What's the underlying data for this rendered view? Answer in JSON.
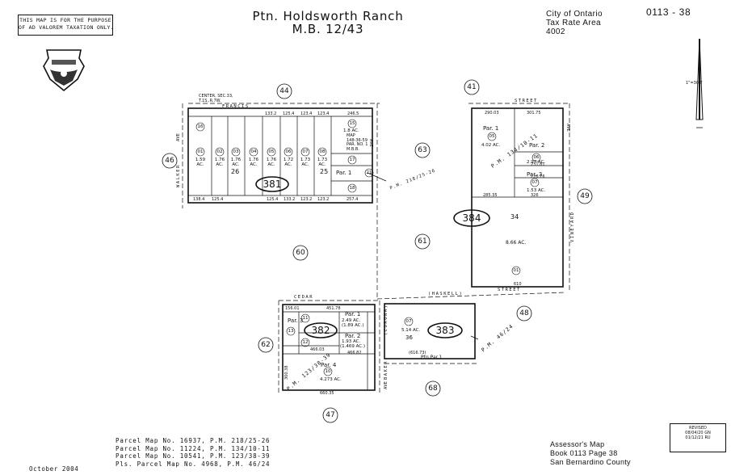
{
  "notice": {
    "line1": "THIS MAP IS FOR THE PURPOSE",
    "line2": "OF AD VALOREM TAXATION ONLY."
  },
  "title": {
    "line1": "Ptn. Holdsworth Ranch",
    "line2": "M.B. 12/43"
  },
  "city": {
    "line1": "City of Ontario",
    "line2": "Tax Rate Area",
    "line3": "4002"
  },
  "map_number": "0113 - 38",
  "scale": "1\"=300'",
  "streets": {
    "francis": "FRANCIS",
    "street_top": "STREET",
    "street_bottom": "STREET",
    "walker": "WALKER",
    "ave_walker": "AVE",
    "ave_mid": "AVE",
    "ave_right": "AVE",
    "vineyard": "VINEYARD",
    "cedar": "CEDAR",
    "haskell": "(HASKELL)",
    "baker": "BAKER",
    "corona": "(CORONA)",
    "ave_baker": "AVE"
  },
  "center_note": {
    "line1": "CENTER, SEC.33,",
    "line2": "T.1S.,R.7W."
  },
  "book_pages": {
    "b381": "381",
    "b382": "382",
    "b383": "383",
    "b384": "384"
  },
  "adjacent_pages": [
    "44",
    "41",
    "46",
    "63",
    "49",
    "60",
    "61",
    "62",
    "48",
    "68",
    "47"
  ],
  "block_381": {
    "parcels": [
      {
        "n": "01",
        "ac": "1.59",
        "ac2": "AC."
      },
      {
        "n": "02",
        "ac": "1.76",
        "ac2": "AC."
      },
      {
        "n": "03",
        "ac": "1.76",
        "ac2": "AC."
      },
      {
        "n": "04",
        "ac": "1.76",
        "ac2": "AC."
      },
      {
        "n": "05",
        "ac": "1.76",
        "ac2": "AC."
      },
      {
        "n": "06",
        "ac": "1.72",
        "ac2": "AC."
      },
      {
        "n": "07",
        "ac": "1.73",
        "ac2": "AC."
      },
      {
        "n": "08",
        "ac": "1.73",
        "ac2": "AC."
      }
    ],
    "p16": "16",
    "p15": "15",
    "p17": "17",
    "p18": "18",
    "p21": "21",
    "lot26": "26",
    "lot25": "25",
    "p15_ac": "1.8 AC.",
    "map_note": {
      "l1": "MAP",
      "l2": "148-36-59",
      "l3": "PAR. NO. 1",
      "l4": "M.B.B."
    },
    "par1": "Par. 1",
    "dims_top": [
      "125.4",
      "133.2",
      "123.4",
      "123.4",
      "246.5"
    ],
    "dims_bottom": [
      "138.4",
      "125.4",
      "125.4",
      "133.2",
      "123.2",
      "123.2",
      "257.4"
    ]
  },
  "pm_218": "P.M. 218/25-26",
  "block_384": {
    "par1": "Par. 1",
    "p05": "05",
    "ac05": "4.02 AC.",
    "par2": "Par. 2",
    "p06": "06",
    "ac06": "2.97 AC.",
    "par3": "Par. 3",
    "p07": "07",
    "ac07": "1.53 AC.",
    "pm": "P.M. 134/10-11",
    "lot34": "34",
    "ac01": "8.66 AC.",
    "p01": "01",
    "dims": [
      "290.03",
      "301.75",
      "285.35",
      "326",
      "610",
      "231.81",
      "228.76"
    ]
  },
  "block_382": {
    "par1": "Par. 1",
    "p11": "11",
    "ac11a": "2.49 AC.",
    "ac11b": "(1.89 AC.)",
    "par2": "Par. 2",
    "p12": "12",
    "ac12a": "1.93 AC.",
    "ac12b": "(1.469 AC.)",
    "par3": "Par. 3",
    "p13": "13",
    "par4": "Par. 4",
    "p10": "10",
    "ac10": "4.273 AC.",
    "pm": "P.M. 123/38-39",
    "dims": [
      "156.01",
      "451.78",
      "466.03",
      "466.82",
      "660.35",
      "300.38"
    ]
  },
  "block_383": {
    "p07": "07",
    "ac": "5.14 AC.",
    "lot": "36",
    "ptn": "Ptn.Par.1",
    "dim": "(616.73)"
  },
  "pm_46": "P.M. 46/24",
  "parcel_maps": [
    "Parcel Map No. 16937, P.M. 218/25-26",
    "Parcel Map No. 11224, P.M. 134/10-11",
    "Parcel Map No. 10541, P.M. 123/38-39",
    "Pls. Parcel Map No. 4968, P.M. 46/24"
  ],
  "assessor": {
    "line1": "Assessor's Map",
    "line2": "Book 0113 Page 38",
    "line3": "San Bernardino County"
  },
  "date": "October 2004",
  "revised": {
    "title": "REVISED",
    "d1": "08/04/20 GN",
    "d2": "01/12/21 RU"
  }
}
